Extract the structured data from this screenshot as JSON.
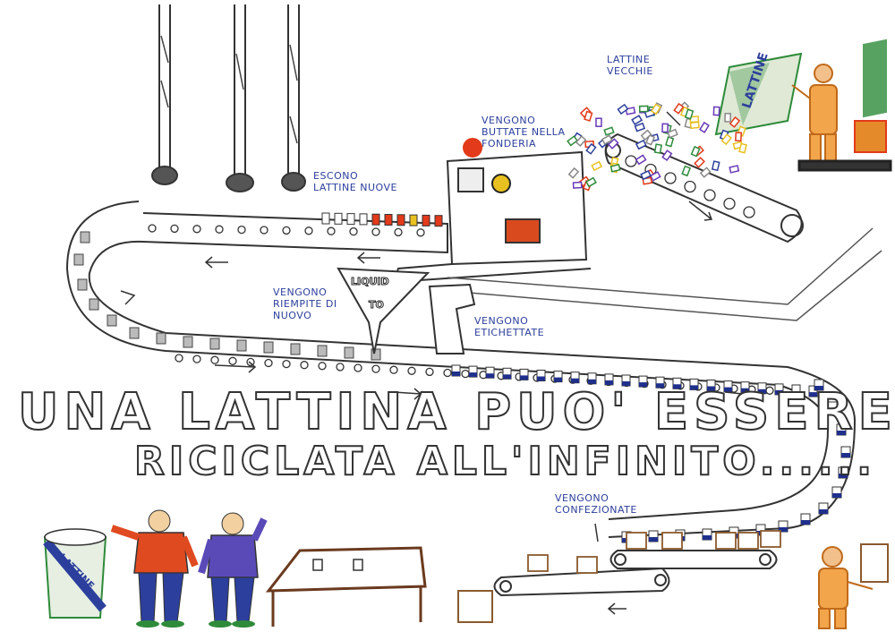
{
  "labels": {
    "lattine_vecchie": "LATTINE\nVECCHIE",
    "vengono_buttate": "VENGONO\nBUTTATE NELLA\nFONDERIA",
    "escono_lattine": "ESCONO\nLATTINE NUOVE",
    "vengono_riempite": "VENGONO\nRIEMPITE DI\nNUOVO",
    "vengono_etichettate": "VENGONO\nETICHETTATE",
    "vengono_confezionate": "VENGONO\nCONFEZIONATE"
  },
  "hopper_text": {
    "line1": "LIQUID",
    "line2": "TO"
  },
  "headline": {
    "line1": "UNA LATTINA PUO' ESSERE",
    "line2": "RICICLATA ALL'INFINITO......"
  },
  "container_logo": "LATTINE",
  "bin_logo": "LATTINE",
  "colors": {
    "ink": "#333333",
    "label_blue": "#2c3f9c",
    "can_blue": "#1f2f8c",
    "worker_orange": "#e58a2a",
    "fire_red": "#d93b1f",
    "bin_green": "#2e8b3a",
    "table_brown": "#6b3a1e",
    "box_brown": "#8a5a2e"
  }
}
